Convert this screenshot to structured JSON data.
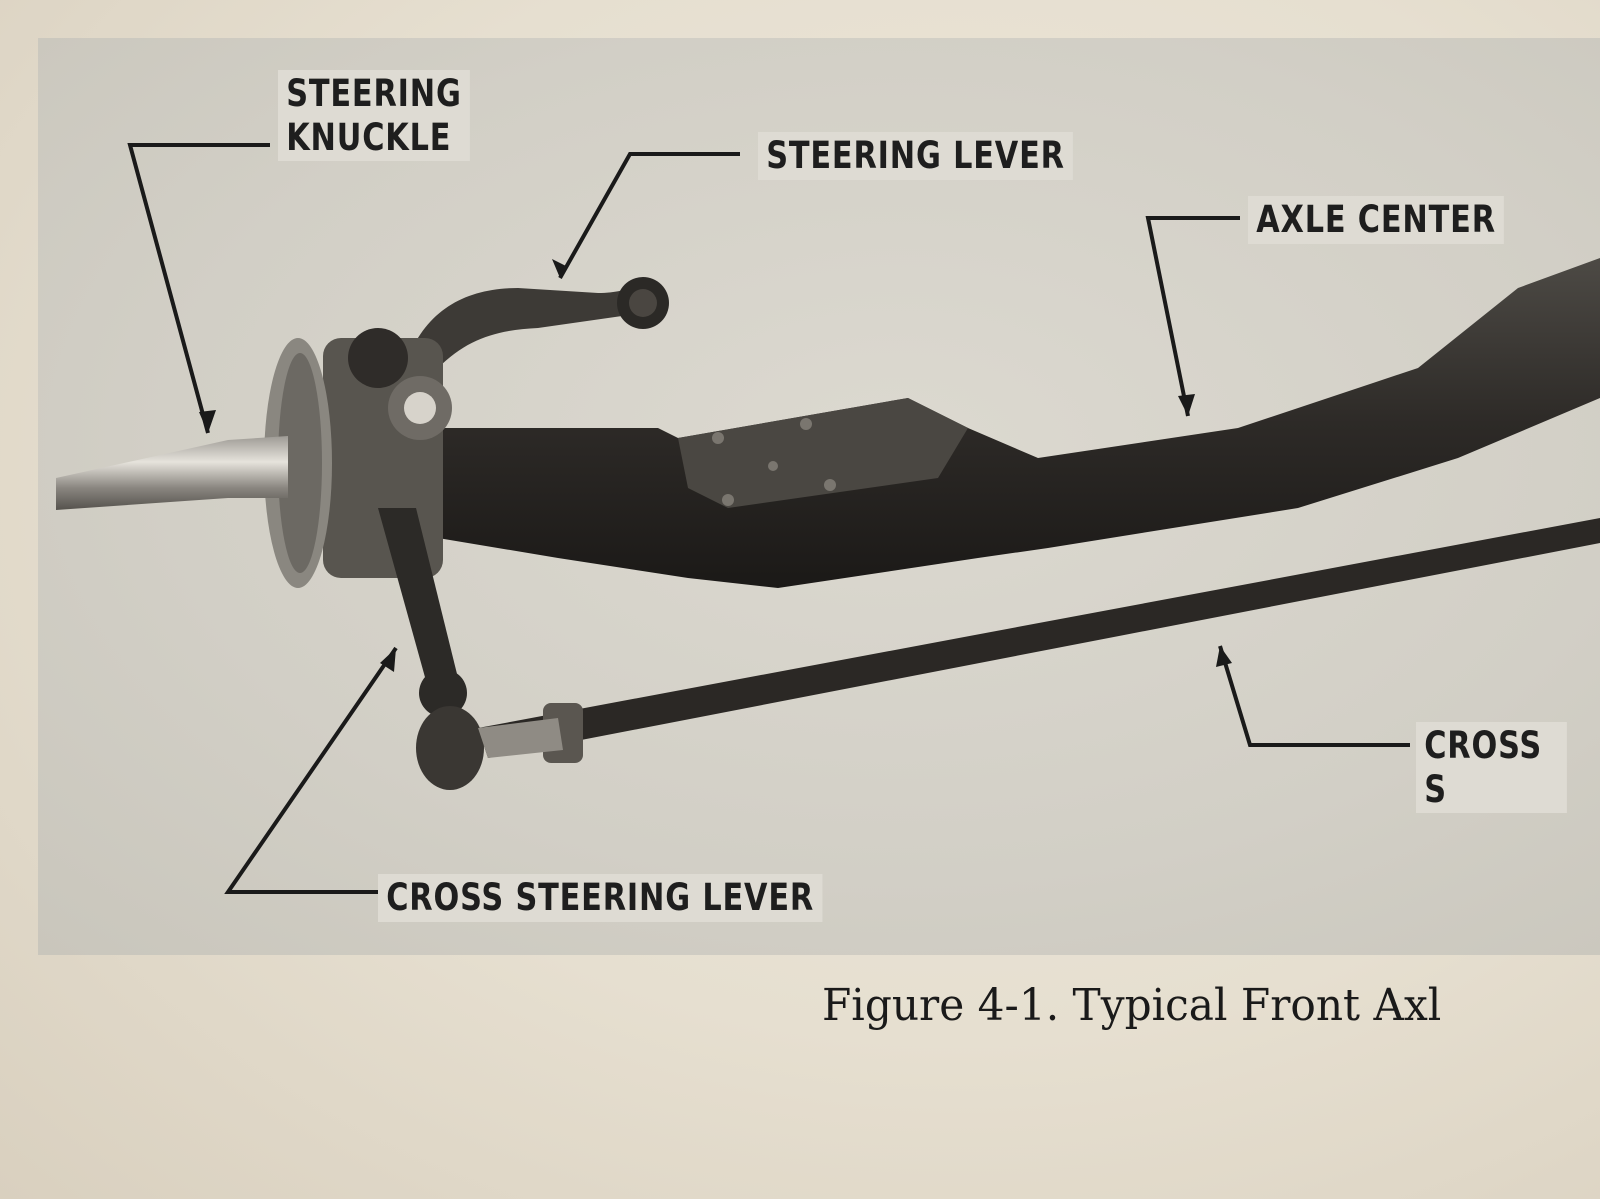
{
  "figure": {
    "labels": {
      "steering_knuckle": "STEERING\nKNUCKLE",
      "steering_lever": "STEERING LEVER",
      "axle_center": "AXLE CENTER",
      "cross_steering_tube": "CROSS S",
      "cross_steering_lever": "CROSS STEERING LEVER"
    },
    "caption": "Figure 4-1.   Typical Front Axl"
  }
}
